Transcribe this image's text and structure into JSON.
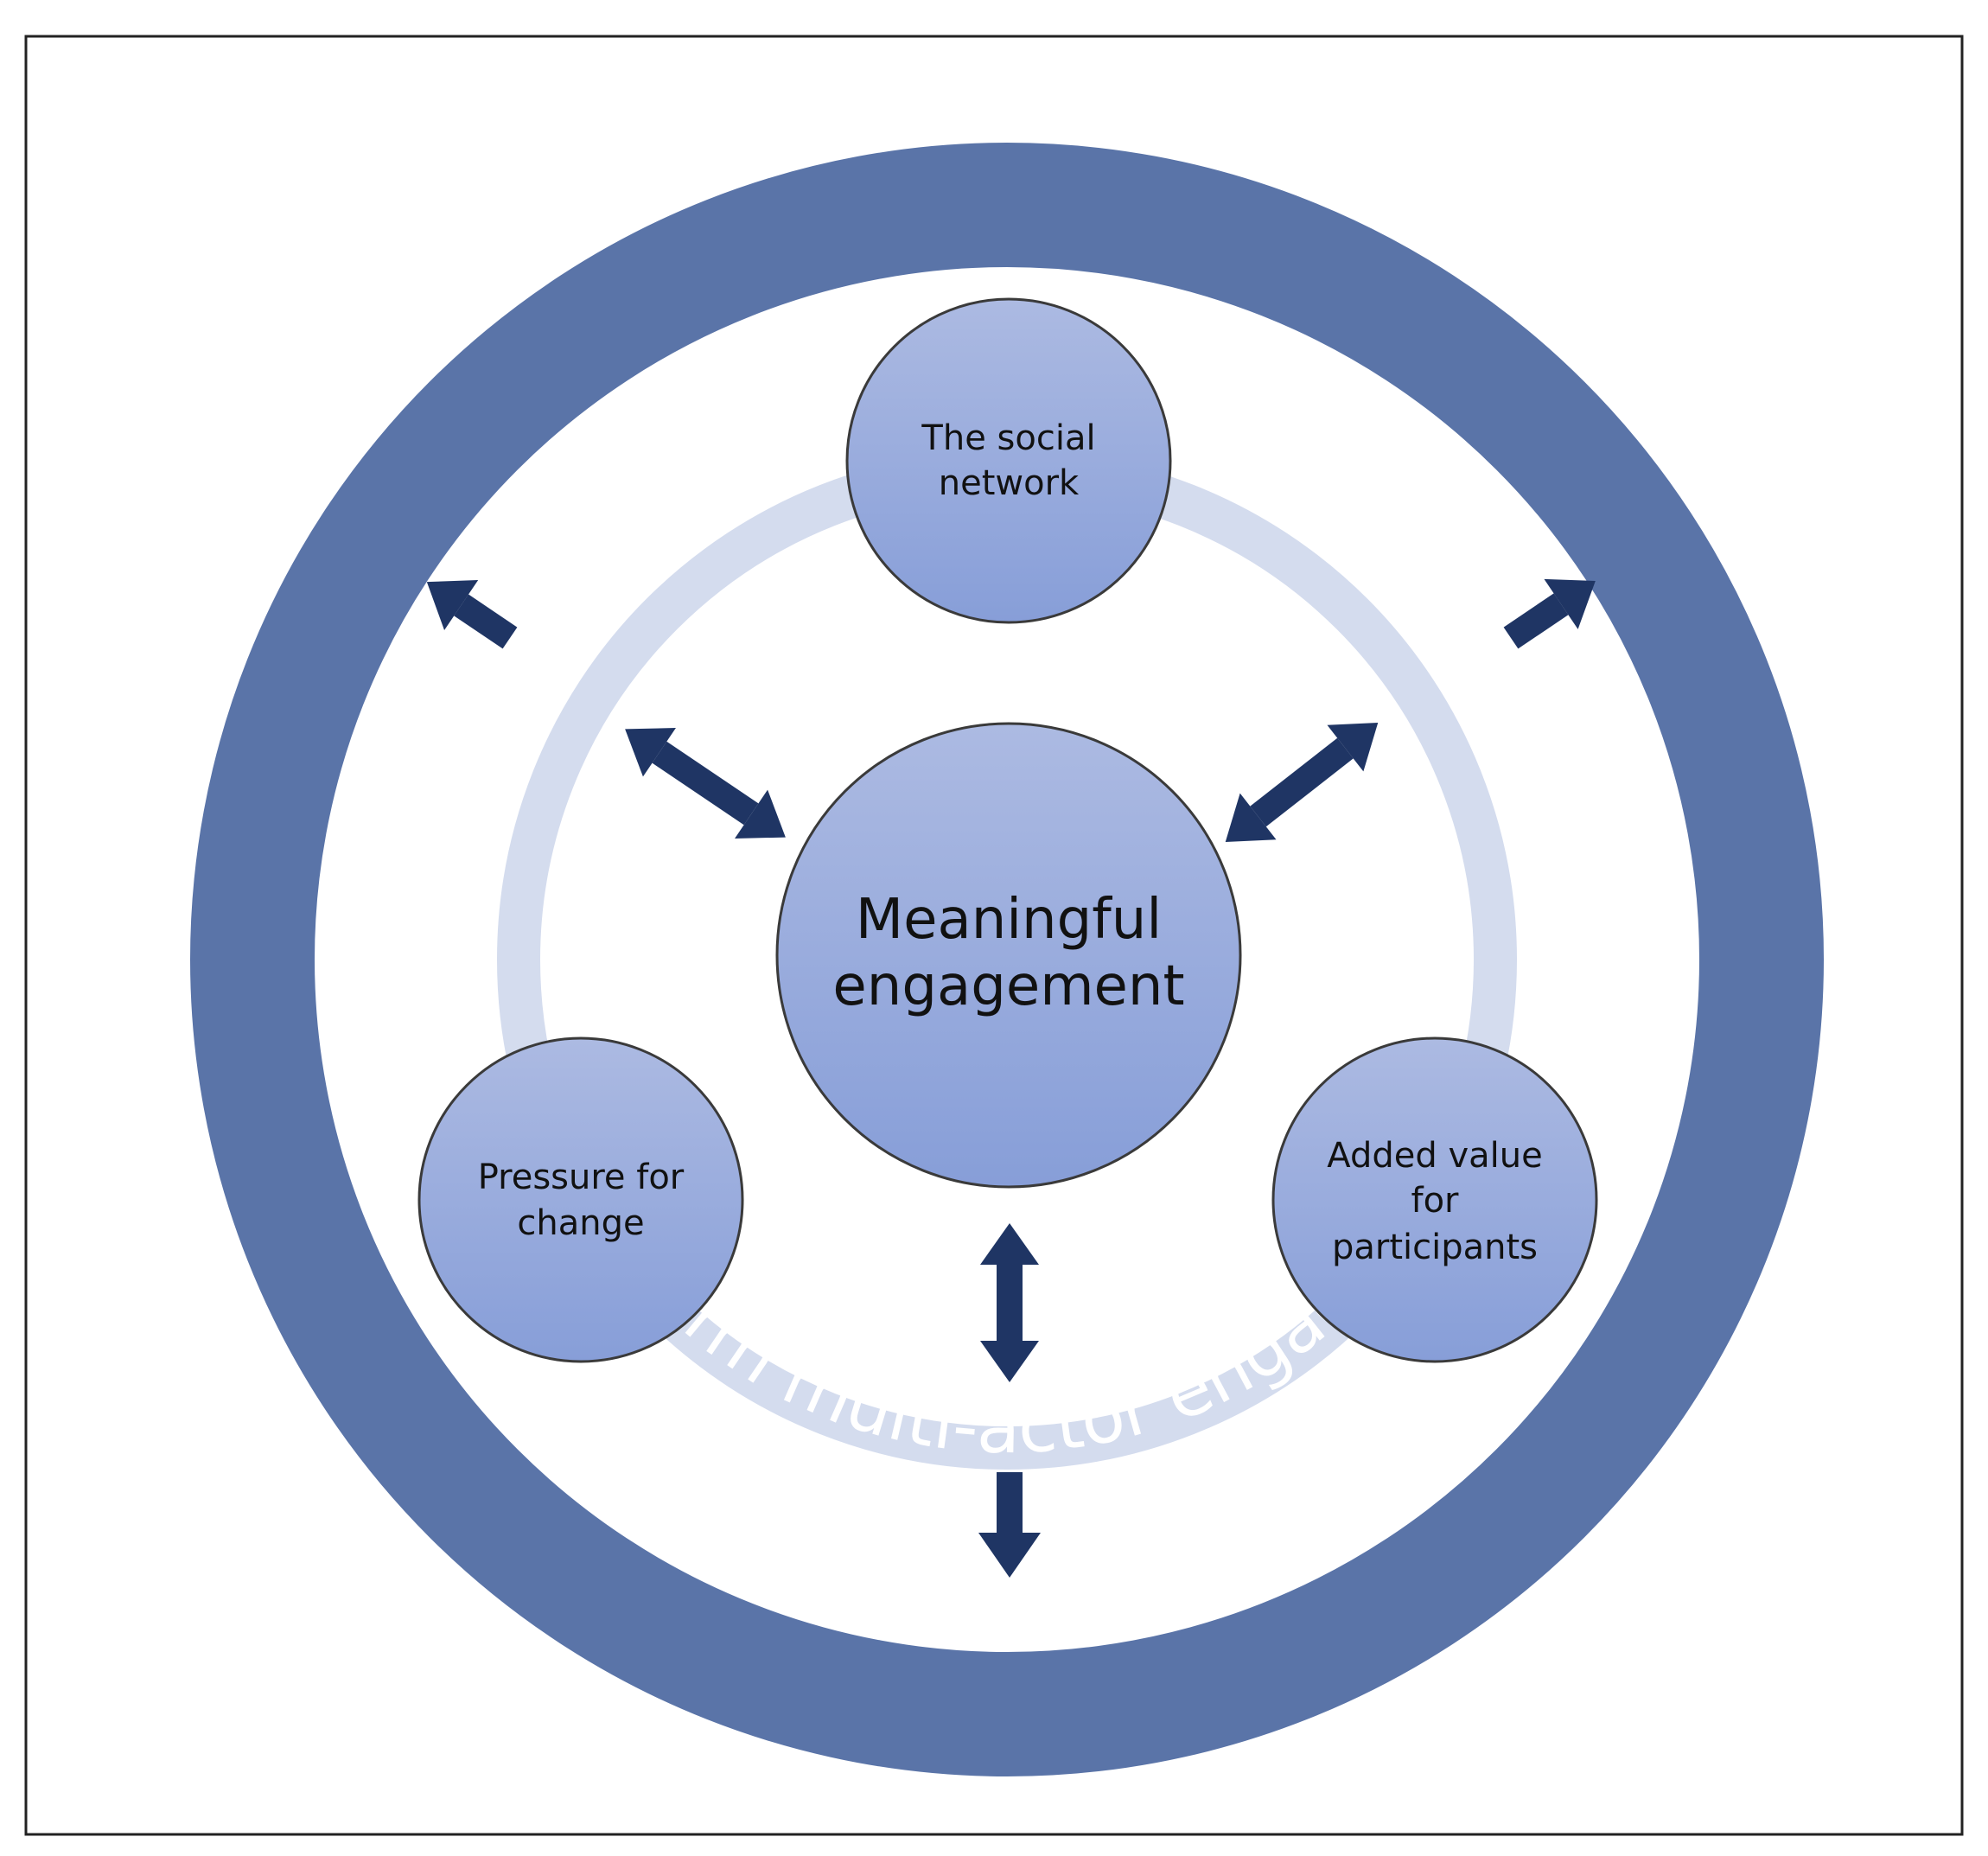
{
  "diagram": {
    "outer_ring": {
      "top_label": "Long-term multi-actor engagement",
      "bottom_label": "Long-term multi-actor engagement"
    },
    "center": {
      "line1": "Meaningful",
      "line2": "engagement"
    },
    "nodes": {
      "social_network": {
        "line1": "The social",
        "line2": "network"
      },
      "pressure_for_change": {
        "line1": "Pressure for",
        "line2": "change"
      },
      "added_value": {
        "line1": "Added value",
        "line2": "for",
        "line3": "participants"
      }
    },
    "colors": {
      "outer_ring": "#5a74a8",
      "inner_ring": "#d4dcee",
      "circle_fill_top": "#a9b8e0",
      "circle_fill_bottom": "#8aa0d8",
      "circle_stroke": "#3a3a3a",
      "arrow": "#1f3564",
      "frame": "#222222"
    }
  }
}
